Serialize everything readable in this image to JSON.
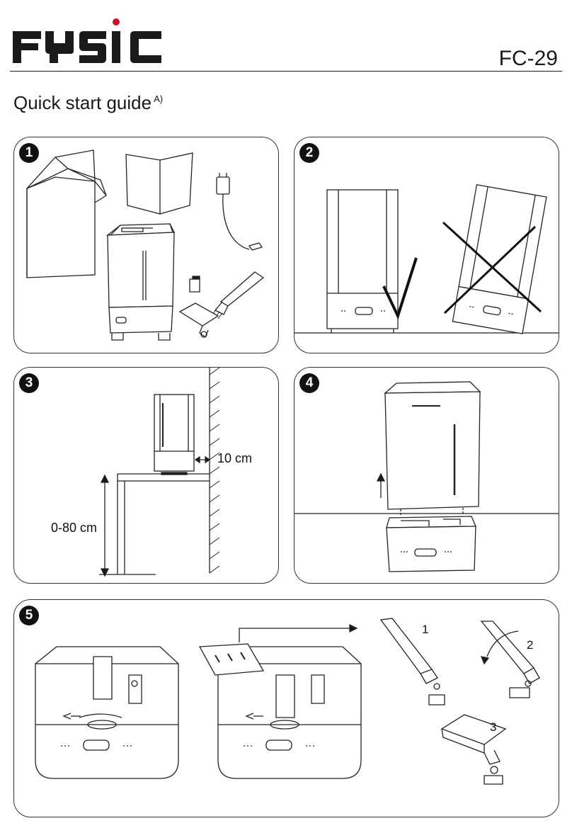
{
  "header": {
    "brand": "FYSIC",
    "model": "FC-29",
    "title": "Quick start guide",
    "title_note": "A)"
  },
  "panels": [
    {
      "number": "1"
    },
    {
      "number": "2"
    },
    {
      "number": "3",
      "distance_wall": "10 cm",
      "height_range": "0-80 cm"
    },
    {
      "number": "4"
    },
    {
      "number": "5",
      "sub_steps": [
        "1",
        "2",
        "3"
      ]
    }
  ],
  "colors": {
    "ink": "#1a1a1a",
    "logo_dot": "#c8102e"
  }
}
